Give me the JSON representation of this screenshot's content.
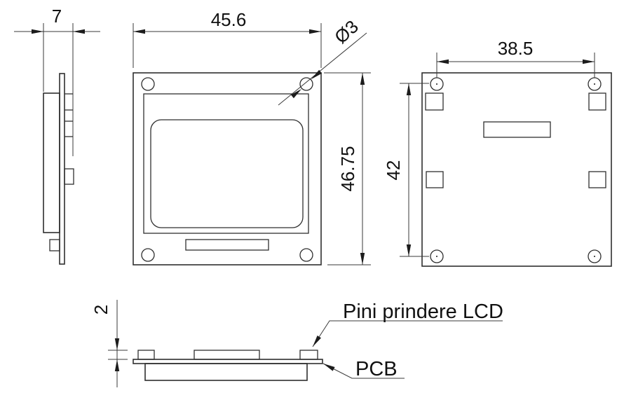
{
  "drawing": {
    "title": "LCD module dimension drawing",
    "background_color": "#ffffff",
    "line_color": "#2f2f2f",
    "text_color": "#111111",
    "dimensions": {
      "side_thickness": "7",
      "front_width": "45.6",
      "front_height": "46.75",
      "hole_diameter": "Ø3",
      "back_hole_spacing_horizontal": "38.5",
      "back_hole_spacing_vertical": "42",
      "pin_height": "2"
    },
    "labels": {
      "retaining_pins": "Pini prindere LCD",
      "pcb": "PCB"
    }
  }
}
